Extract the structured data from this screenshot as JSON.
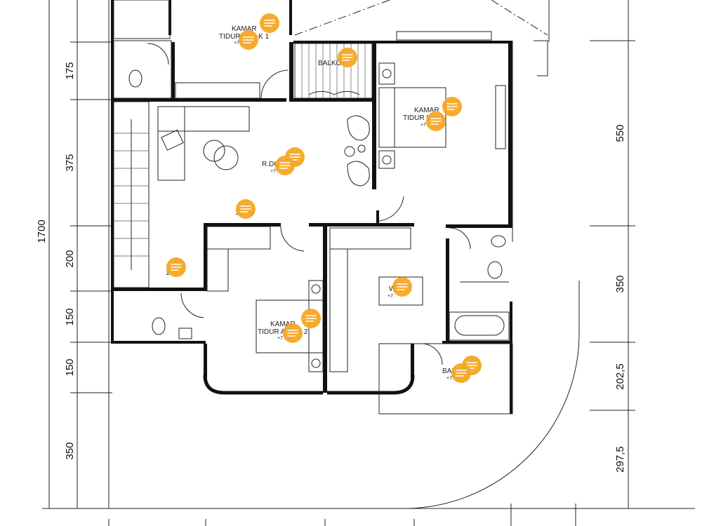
{
  "dimensions": {
    "left": [
      "175",
      "375",
      "200",
      "150",
      "150",
      "350"
    ],
    "overall": "1700",
    "right": [
      "550",
      "350",
      "202,5",
      "297,5"
    ]
  },
  "rooms": {
    "bedroom_1": {
      "line1": "KAMAR",
      "line2": "TIDUR",
      "suffix": "K 1",
      "level": "+7."
    },
    "balcony_top": {
      "name": "BALKO"
    },
    "master_bedroom": {
      "line1": "KAMAR",
      "line2": "TIDUR U",
      "level": "+7."
    },
    "family_room": {
      "name": "R.DU",
      "level": "+7."
    },
    "stair_1": {
      "name": "1"
    },
    "stair_2": {
      "name": "1"
    },
    "bedroom_2": {
      "line1": "KAMAR",
      "line2": "TIDUR A",
      "suffix": "2",
      "level": "+7."
    },
    "walkin": {
      "name": "W",
      "level": "+7."
    },
    "balcony_bottom": {
      "name": "BAL",
      "level": "+7."
    }
  },
  "comment_marker_color": "#F5A623",
  "comment_marker_icon": "comment-lines-icon"
}
